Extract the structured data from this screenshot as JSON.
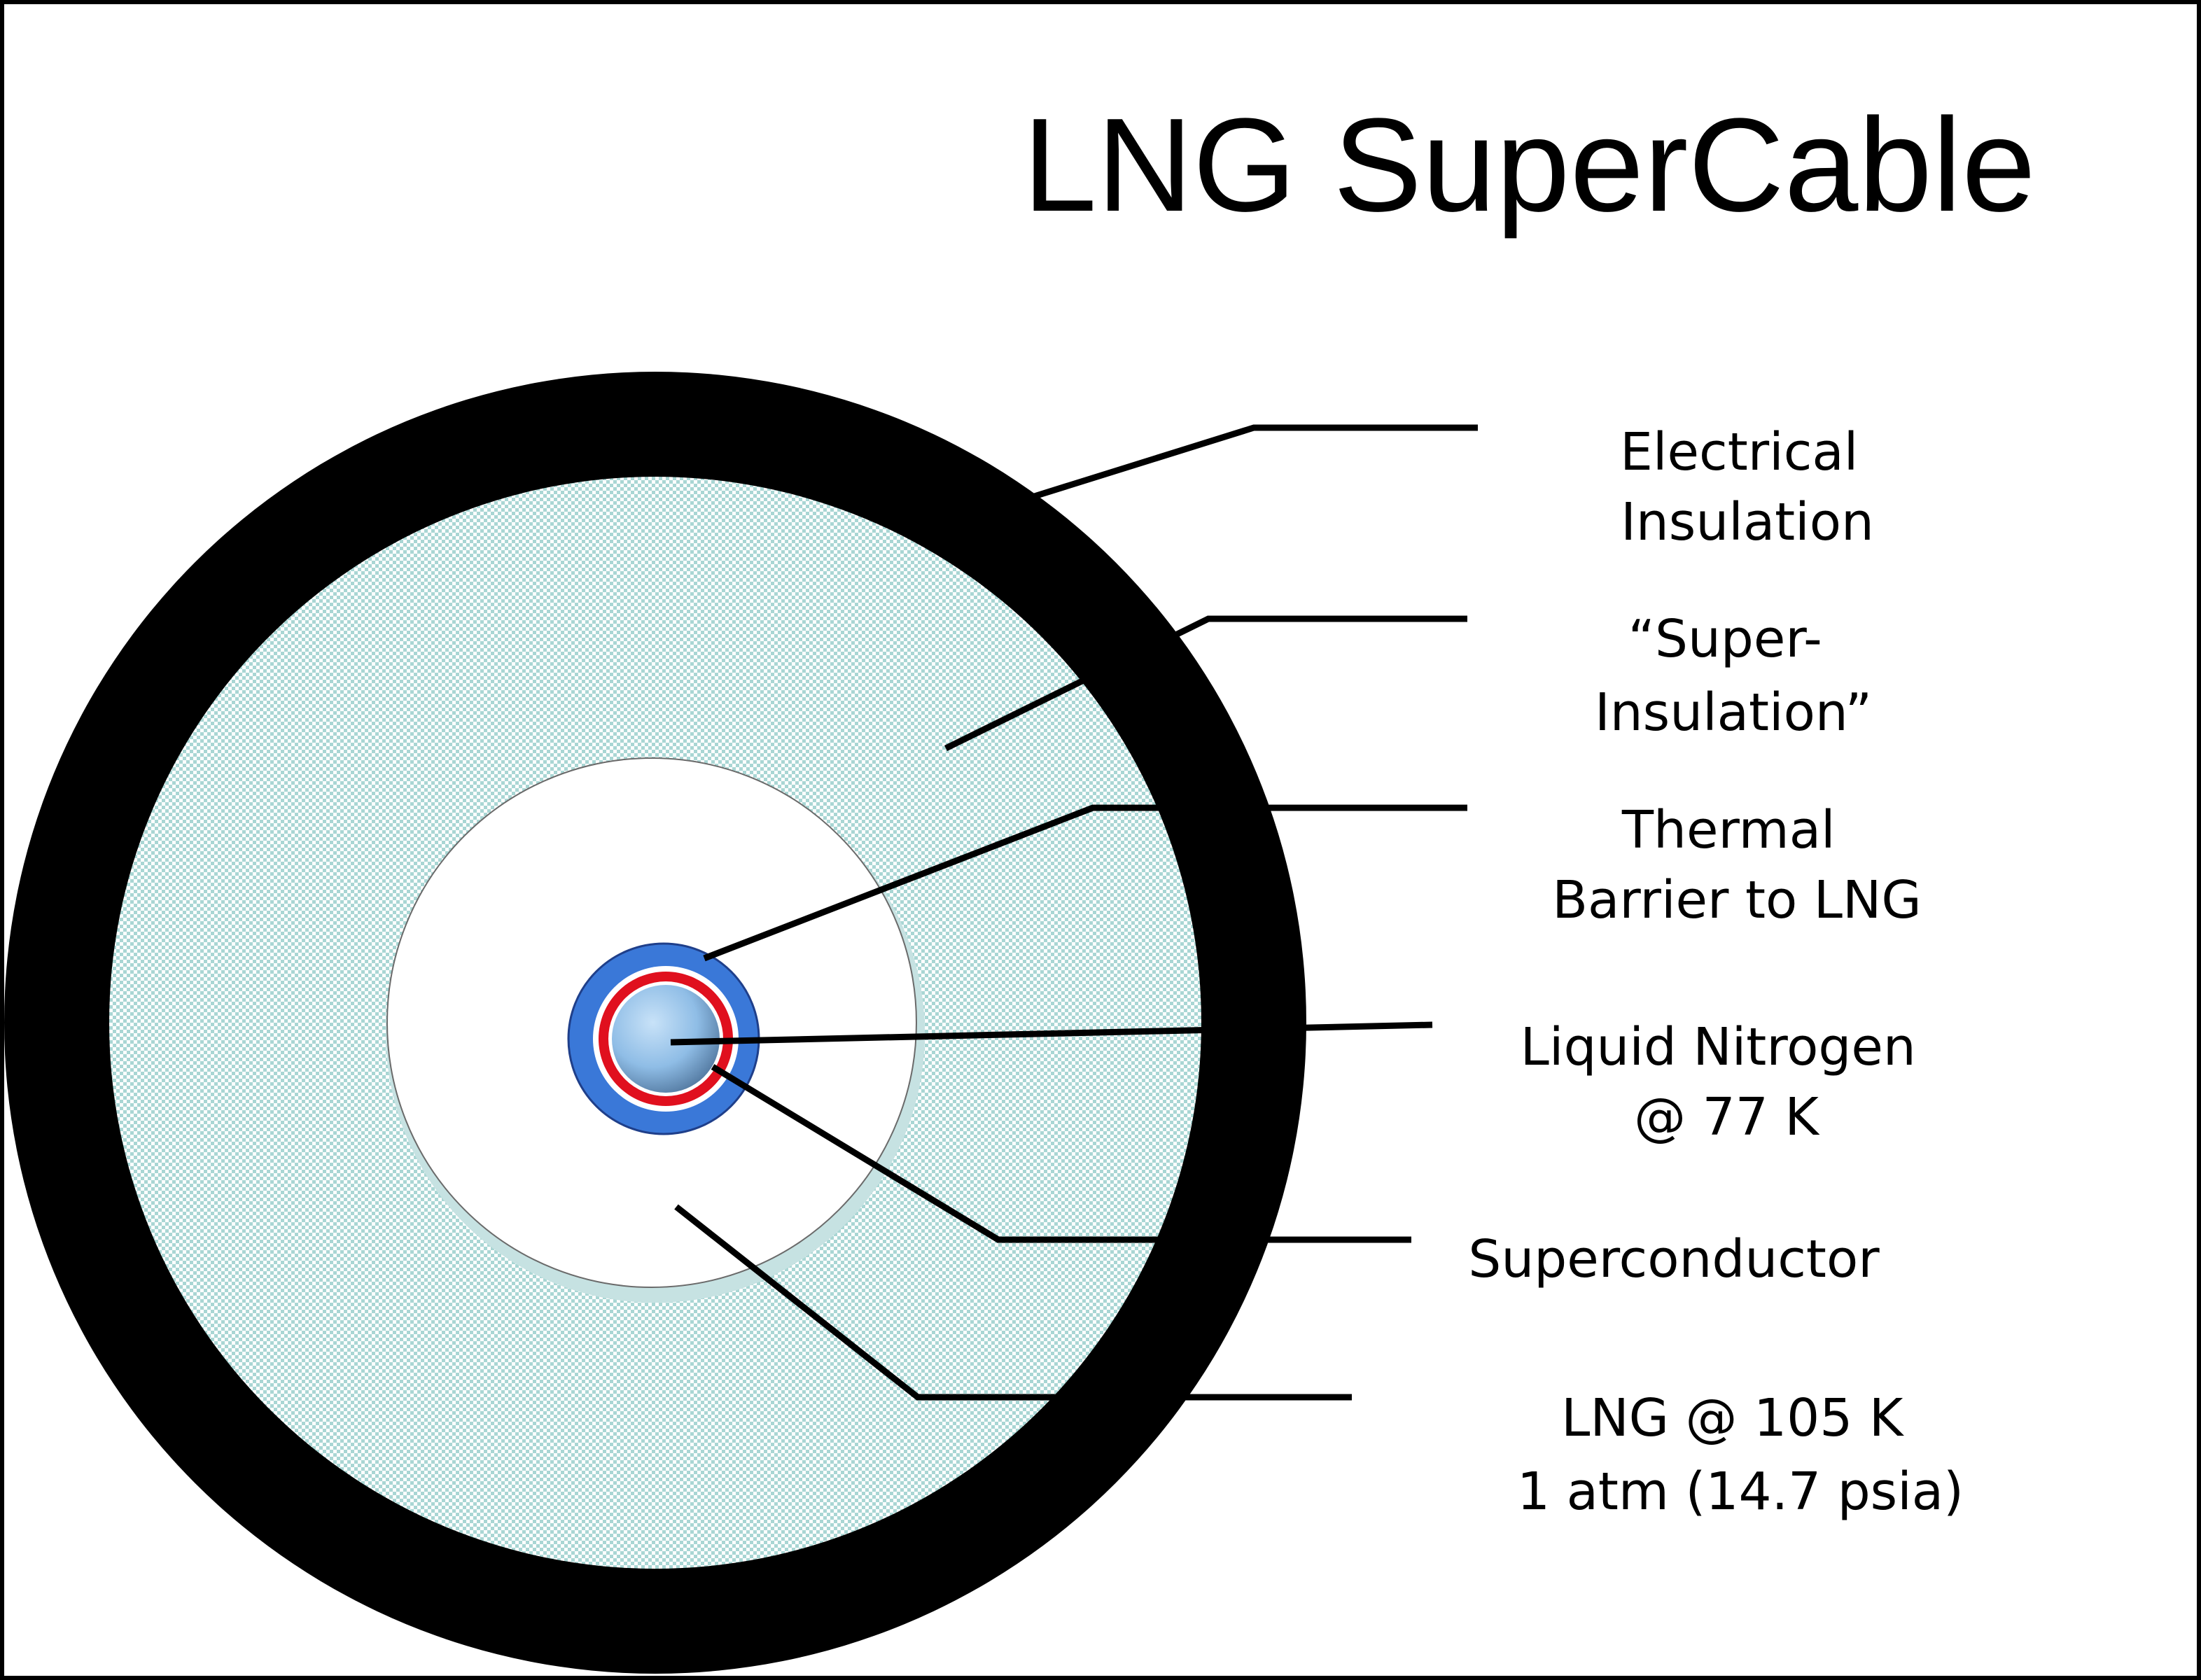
{
  "title": "LNG SuperCable",
  "labels": {
    "electrical_insulation": [
      "Electrical",
      "Insulation"
    ],
    "super_insulation": [
      "“Super-",
      "Insulation”"
    ],
    "thermal_barrier": [
      "Thermal",
      "Barrier to LNG"
    ],
    "liquid_nitrogen": [
      "Liquid Nitrogen",
      "@ 77 K"
    ],
    "superconductor": [
      "Superconductor"
    ],
    "lng": [
      "LNG @ 105 K",
      "1 atm (14.7 psia)"
    ]
  },
  "colors": {
    "jacket": "#000000",
    "super_insulation": "#c9e6e6",
    "thermal_barrier": "#ffffff",
    "conduit": "#3a78d8",
    "superconductor": "#e0101e",
    "nitrogen": "#8fbde6"
  }
}
